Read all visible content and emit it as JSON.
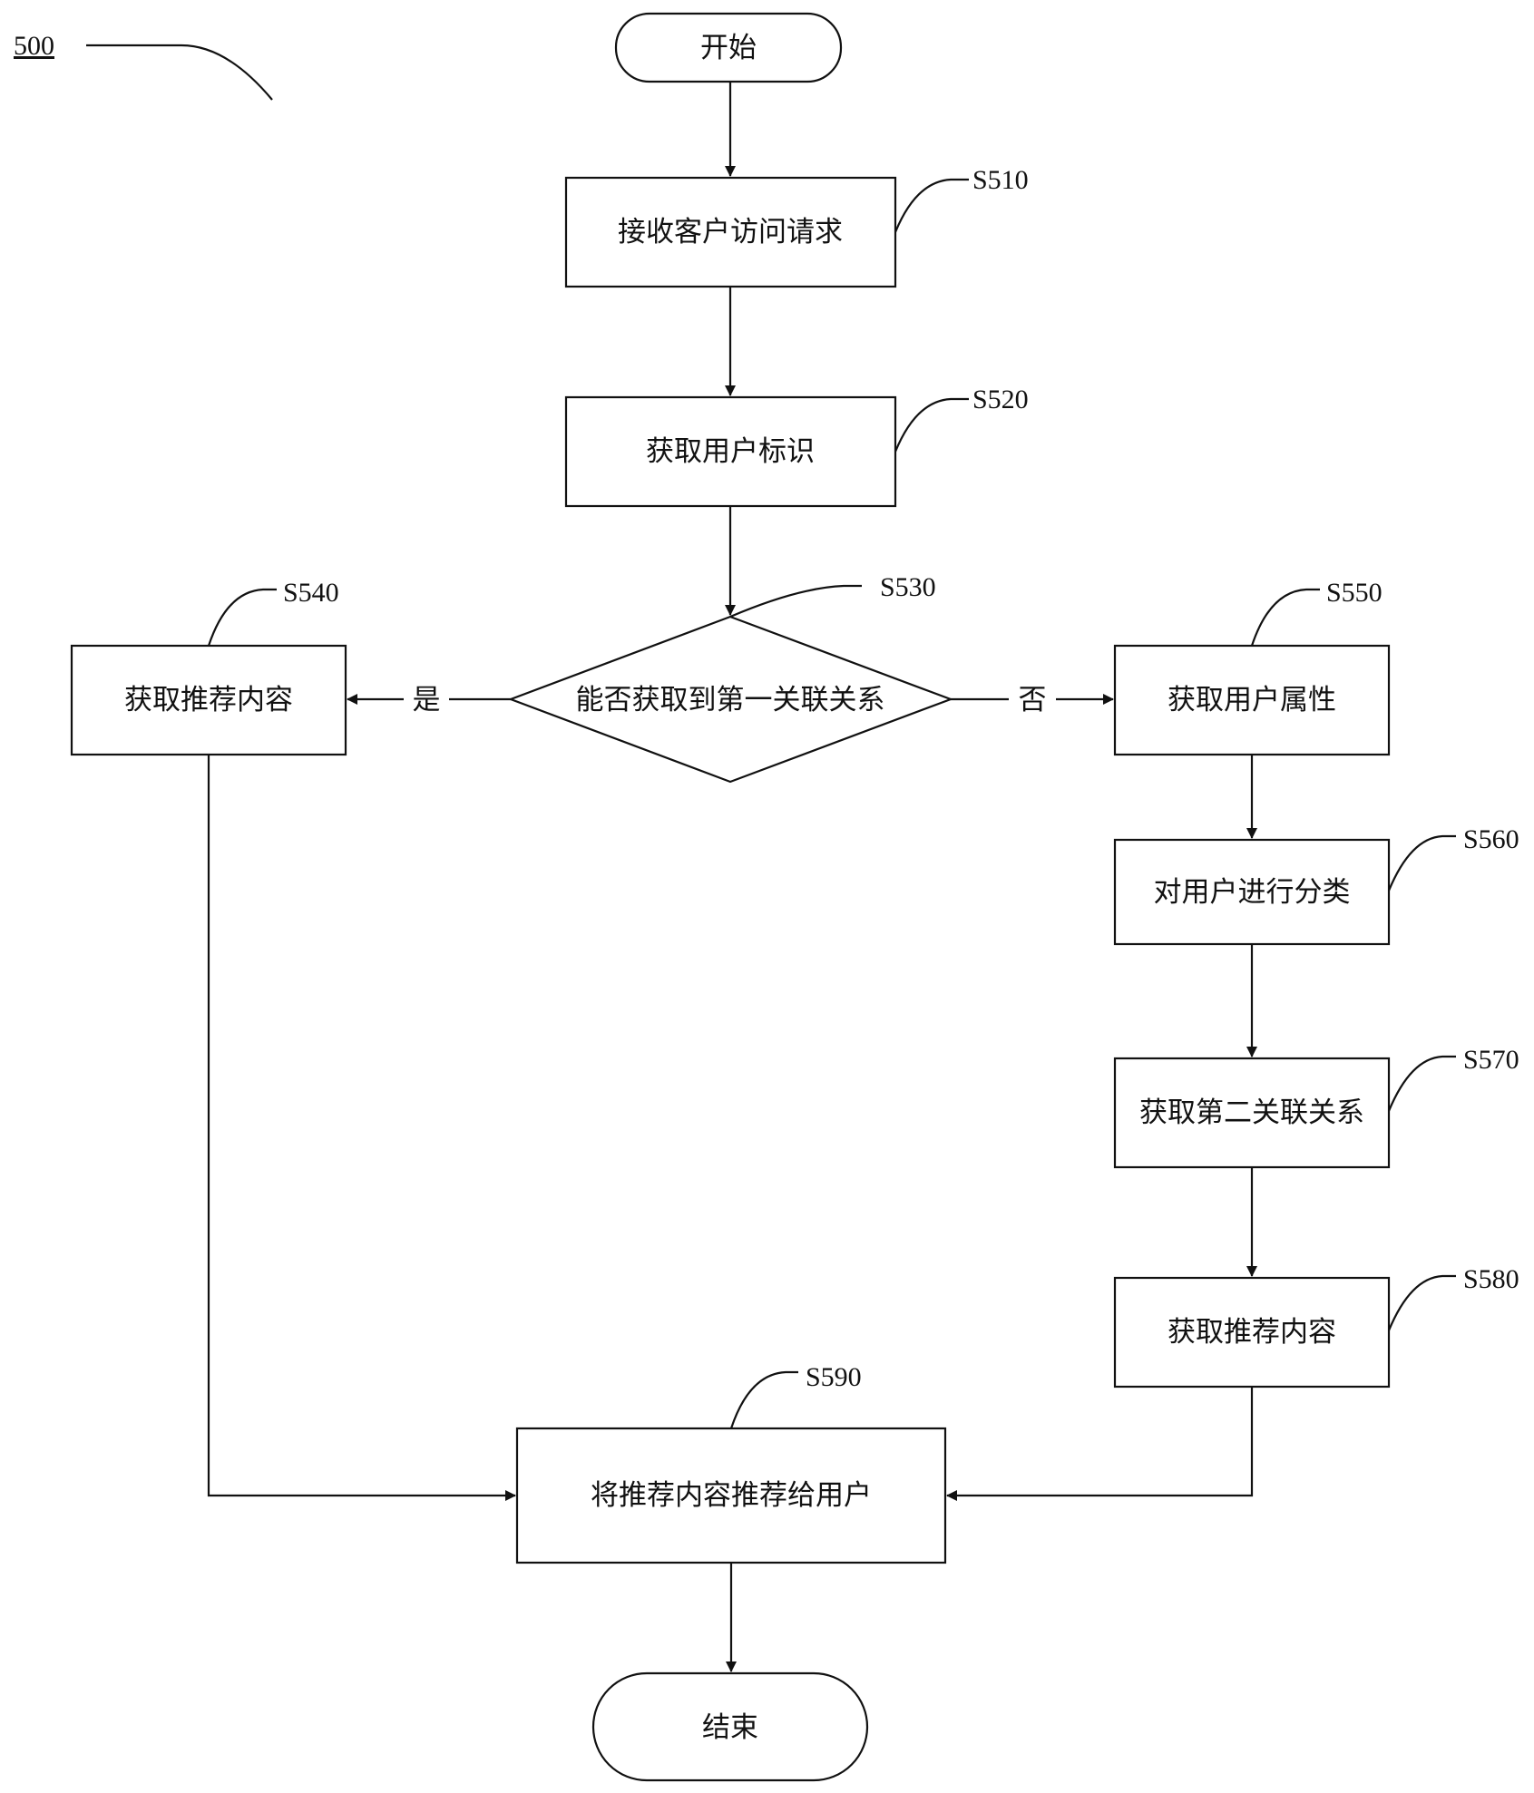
{
  "figure_label": "500",
  "nodes": {
    "start": "开始",
    "s510": "接收客户访问请求",
    "s520": "获取用户标识",
    "s530": "能否获取到第一关联关系",
    "s540": "获取推荐内容",
    "s550": "获取用户属性",
    "s560": "对用户进行分类",
    "s570": "获取第二关联关系",
    "s580": "获取推荐内容",
    "s590": "将推荐内容推荐给用户",
    "end": "结束"
  },
  "step_labels": {
    "s510": "S510",
    "s520": "S520",
    "s530": "S530",
    "s540": "S540",
    "s550": "S550",
    "s560": "S560",
    "s570": "S570",
    "s580": "S580",
    "s590": "S590"
  },
  "edge_labels": {
    "yes": "是",
    "no": "否"
  }
}
